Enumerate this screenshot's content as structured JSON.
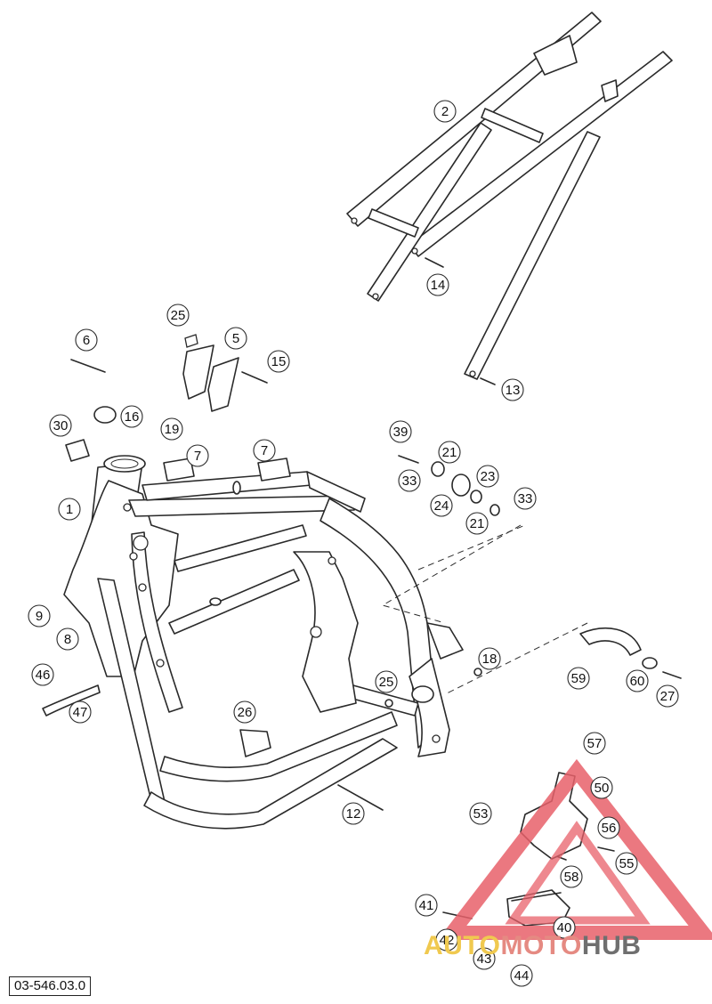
{
  "diagram": {
    "reference_code": "03-546.03.0",
    "callouts": [
      {
        "id": "c2",
        "label": "2"
      },
      {
        "id": "c14",
        "label": "14"
      },
      {
        "id": "c13",
        "label": "13"
      },
      {
        "id": "c25a",
        "label": "25"
      },
      {
        "id": "c5",
        "label": "5"
      },
      {
        "id": "c15",
        "label": "15"
      },
      {
        "id": "c6",
        "label": "6"
      },
      {
        "id": "c16",
        "label": "16"
      },
      {
        "id": "c30",
        "label": "30"
      },
      {
        "id": "c19",
        "label": "19"
      },
      {
        "id": "c7a",
        "label": "7"
      },
      {
        "id": "c7b",
        "label": "7"
      },
      {
        "id": "c39",
        "label": "39"
      },
      {
        "id": "c21a",
        "label": "21"
      },
      {
        "id": "c23",
        "label": "23"
      },
      {
        "id": "c33a",
        "label": "33"
      },
      {
        "id": "c24",
        "label": "24"
      },
      {
        "id": "c21b",
        "label": "21"
      },
      {
        "id": "c33b",
        "label": "33"
      },
      {
        "id": "c1",
        "label": "1"
      },
      {
        "id": "c9",
        "label": "9"
      },
      {
        "id": "c8",
        "label": "8"
      },
      {
        "id": "c46",
        "label": "46"
      },
      {
        "id": "c47",
        "label": "47"
      },
      {
        "id": "c18",
        "label": "18"
      },
      {
        "id": "c25b",
        "label": "25"
      },
      {
        "id": "c26",
        "label": "26"
      },
      {
        "id": "c59",
        "label": "59"
      },
      {
        "id": "c60",
        "label": "60"
      },
      {
        "id": "c27",
        "label": "27"
      },
      {
        "id": "c57",
        "label": "57"
      },
      {
        "id": "c50",
        "label": "50"
      },
      {
        "id": "c53",
        "label": "53"
      },
      {
        "id": "c56",
        "label": "56"
      },
      {
        "id": "c55",
        "label": "55"
      },
      {
        "id": "c58",
        "label": "58"
      },
      {
        "id": "c12",
        "label": "12"
      },
      {
        "id": "c41",
        "label": "41"
      },
      {
        "id": "c40",
        "label": "40"
      },
      {
        "id": "c42",
        "label": "42"
      },
      {
        "id": "c43",
        "label": "43"
      },
      {
        "id": "c44",
        "label": "44"
      }
    ]
  },
  "watermark": {
    "brand_part1": "AUTO",
    "brand_part2": "MOTO",
    "brand_part3": "HUB",
    "colors": {
      "triangle": "#e8606a",
      "yellow": "#f0c94f",
      "pink": "#e58a82",
      "gray": "#6f6f6f"
    }
  },
  "colors": {
    "line": "#2a2a2a",
    "fill": "#ffffff"
  }
}
